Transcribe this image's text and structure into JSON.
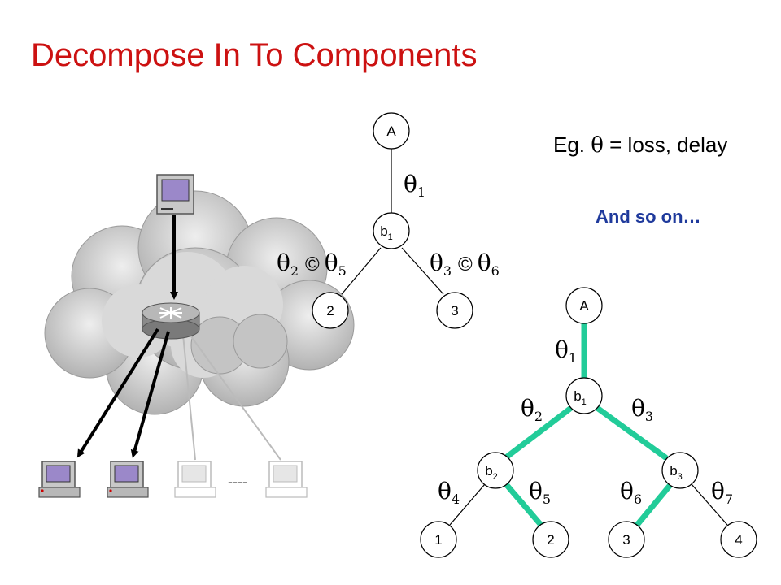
{
  "slide": {
    "title": "Decompose In To Components",
    "example_prefix": "Eg. ",
    "example_symbol": "θ",
    "example_suffix": " = loss, delay",
    "and_so_on": "And so on…",
    "dashes": "----",
    "title_color": "#cc1111",
    "note_color": "#1f3a9c",
    "highlight_color": "#22cc99"
  },
  "top_tree": {
    "nodes": {
      "root": "A",
      "branch": "b",
      "branch_sub": "1",
      "left_leaf": "2",
      "right_leaf": "3"
    },
    "labels": {
      "root_link": {
        "sym": "θ",
        "sub": "1"
      },
      "left_link": {
        "sym": "θ",
        "sub_a": "2",
        "op": "©",
        "sub_b": "5"
      },
      "right_link": {
        "sym": "θ",
        "sub_a": "3",
        "op": "©",
        "sub_b": "6"
      }
    }
  },
  "bottom_tree": {
    "nodes": {
      "root": "A",
      "b1": {
        "base": "b",
        "sub": "1"
      },
      "b2": {
        "base": "b",
        "sub": "2"
      },
      "b3": {
        "base": "b",
        "sub": "3"
      },
      "leaves": [
        "1",
        "2",
        "3",
        "4"
      ]
    },
    "link_labels": [
      {
        "sym": "θ",
        "sub": "1"
      },
      {
        "sym": "θ",
        "sub": "2"
      },
      {
        "sym": "θ",
        "sub": "3"
      },
      {
        "sym": "θ",
        "sub": "4"
      },
      {
        "sym": "θ",
        "sub": "5"
      },
      {
        "sym": "θ",
        "sub": "6"
      },
      {
        "sym": "θ",
        "sub": "7"
      }
    ]
  }
}
